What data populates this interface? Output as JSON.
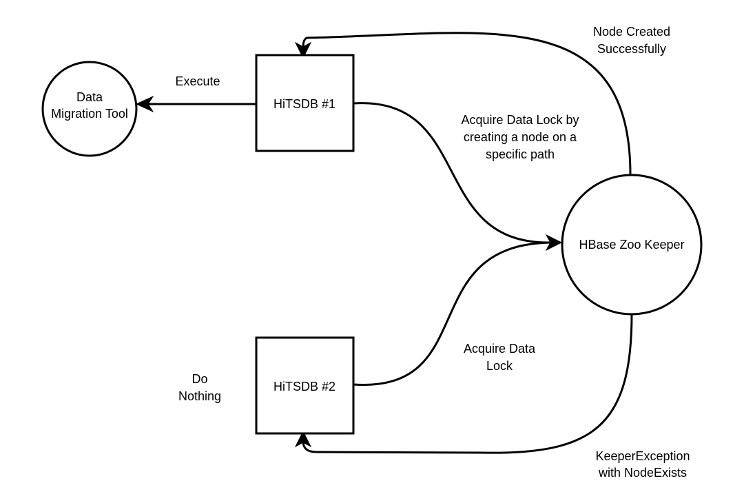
{
  "nodes": {
    "data_migration_tool": {
      "lines": [
        "Data",
        "Migration Tool"
      ]
    },
    "hitsdb_1": {
      "label": "HiTSDB #1"
    },
    "hitsdb_2": {
      "label": "HiTSDB #2"
    },
    "hbase_zookeeper": {
      "label": "HBase Zoo Keeper"
    }
  },
  "edges": {
    "execute": {
      "lines": [
        "Execute"
      ]
    },
    "acquire_lock_1": {
      "lines": [
        "Acquire Data Lock by",
        "creating a node on a",
        "specific path"
      ]
    },
    "acquire_lock_2": {
      "lines": [
        "Acquire Data",
        "Lock"
      ]
    },
    "node_created": {
      "lines": [
        "Node Created",
        "Successfully"
      ]
    },
    "keeper_exception": {
      "lines": [
        "KeeperException",
        "with NodeExists"
      ]
    }
  },
  "annotations": {
    "do_nothing": {
      "lines": [
        "Do",
        "Nothing"
      ]
    }
  }
}
